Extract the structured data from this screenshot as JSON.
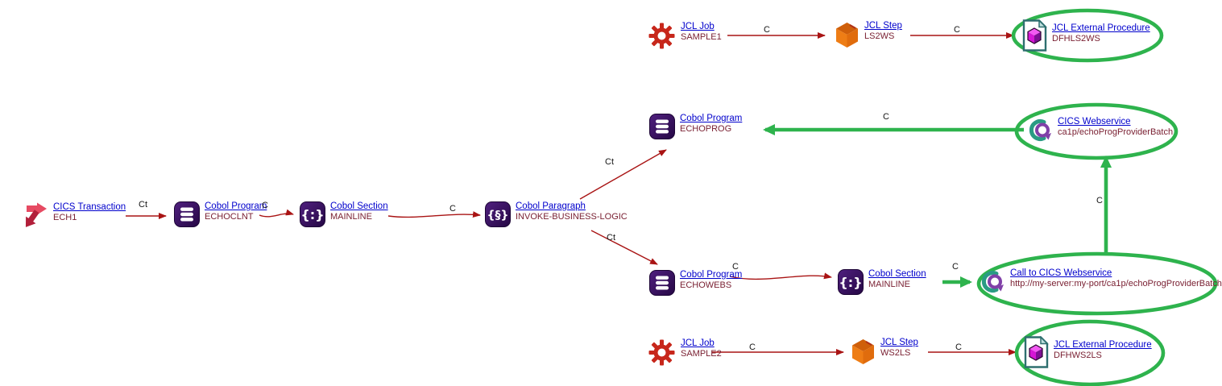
{
  "nodes": {
    "jcl_job_1": {
      "type": "JCL Job",
      "name": "SAMPLE1"
    },
    "jcl_step_1": {
      "type": "JCL Step",
      "name": "LS2WS"
    },
    "jcl_ext_proc_1": {
      "type": "JCL External Procedure",
      "name": "DFHLS2WS"
    },
    "cobol_program_echoprog": {
      "type": "Cobol Program",
      "name": "ECHOPROG"
    },
    "cics_webservice": {
      "type": "CICS Webservice",
      "name": "ca1p/echoProgProviderBatch"
    },
    "cics_transaction": {
      "type": "CICS Transaction",
      "name": "ECH1"
    },
    "cobol_program_echoclnt": {
      "type": "Cobol Program",
      "name": "ECHOCLNT"
    },
    "cobol_section_mainline_1": {
      "type": "Cobol Section",
      "name": "MAINLINE"
    },
    "cobol_paragraph": {
      "type": "Cobol Paragraph",
      "name": "INVOKE-BUSINESS-LOGIC"
    },
    "cobol_program_echowebs": {
      "type": "Cobol Program",
      "name": "ECHOWEBS"
    },
    "cobol_section_mainline_2": {
      "type": "Cobol Section",
      "name": "MAINLINE"
    },
    "call_cics_webservice": {
      "type": "Call to CICS Webservice",
      "name": "http://my-server:my-port/ca1p/echoProgProviderBatch"
    },
    "jcl_job_2": {
      "type": "JCL Job",
      "name": "SAMPLE2"
    },
    "jcl_step_2": {
      "type": "JCL Step",
      "name": "WS2LS"
    },
    "jcl_ext_proc_2": {
      "type": "JCL External Procedure",
      "name": "DFHWS2LS"
    }
  },
  "edges": {
    "job1_to_step1": "C",
    "step1_to_extproc1": "C",
    "trans_to_echoclnt": "Ct",
    "echoclnt_to_mainline": "C",
    "mainline_to_paragraph": "C",
    "paragraph_to_echoprog": "Ct",
    "paragraph_to_echowebs": "Ct",
    "echowebs_to_mainline2": "C",
    "mainline2_to_call": "C",
    "call_to_ws": "C",
    "ws_to_echoprog": "C",
    "job2_to_step2": "C",
    "step2_to_extproc2": "C"
  },
  "icons": {
    "cics_transaction": "transaction-cycle-arrows-icon",
    "jcl_job": "gear-icon",
    "jcl_step": "orange-cube-icon",
    "jcl_external_procedure": "document-with-cube-icon",
    "cobol_program": "program-list-icon",
    "cobol_section": "braces-icon",
    "cobol_paragraph": "section-sign-icon",
    "cics_webservice": "webservice-circle-icon"
  },
  "colors": {
    "link_blue": "#0000cc",
    "name_maroon": "#7a2133",
    "edge_red": "#a91414",
    "highlight_green": "#2eb34d",
    "edge_label": "#161616",
    "jcl_job_red": "#c7271b",
    "jcl_step_orange": "#ee7d15",
    "cobol_purple": "#3a1064",
    "webservice_teal": "#2a9b84",
    "webservice_purple": "#8040a8",
    "ext_proc_magenta": "#d516d5"
  }
}
